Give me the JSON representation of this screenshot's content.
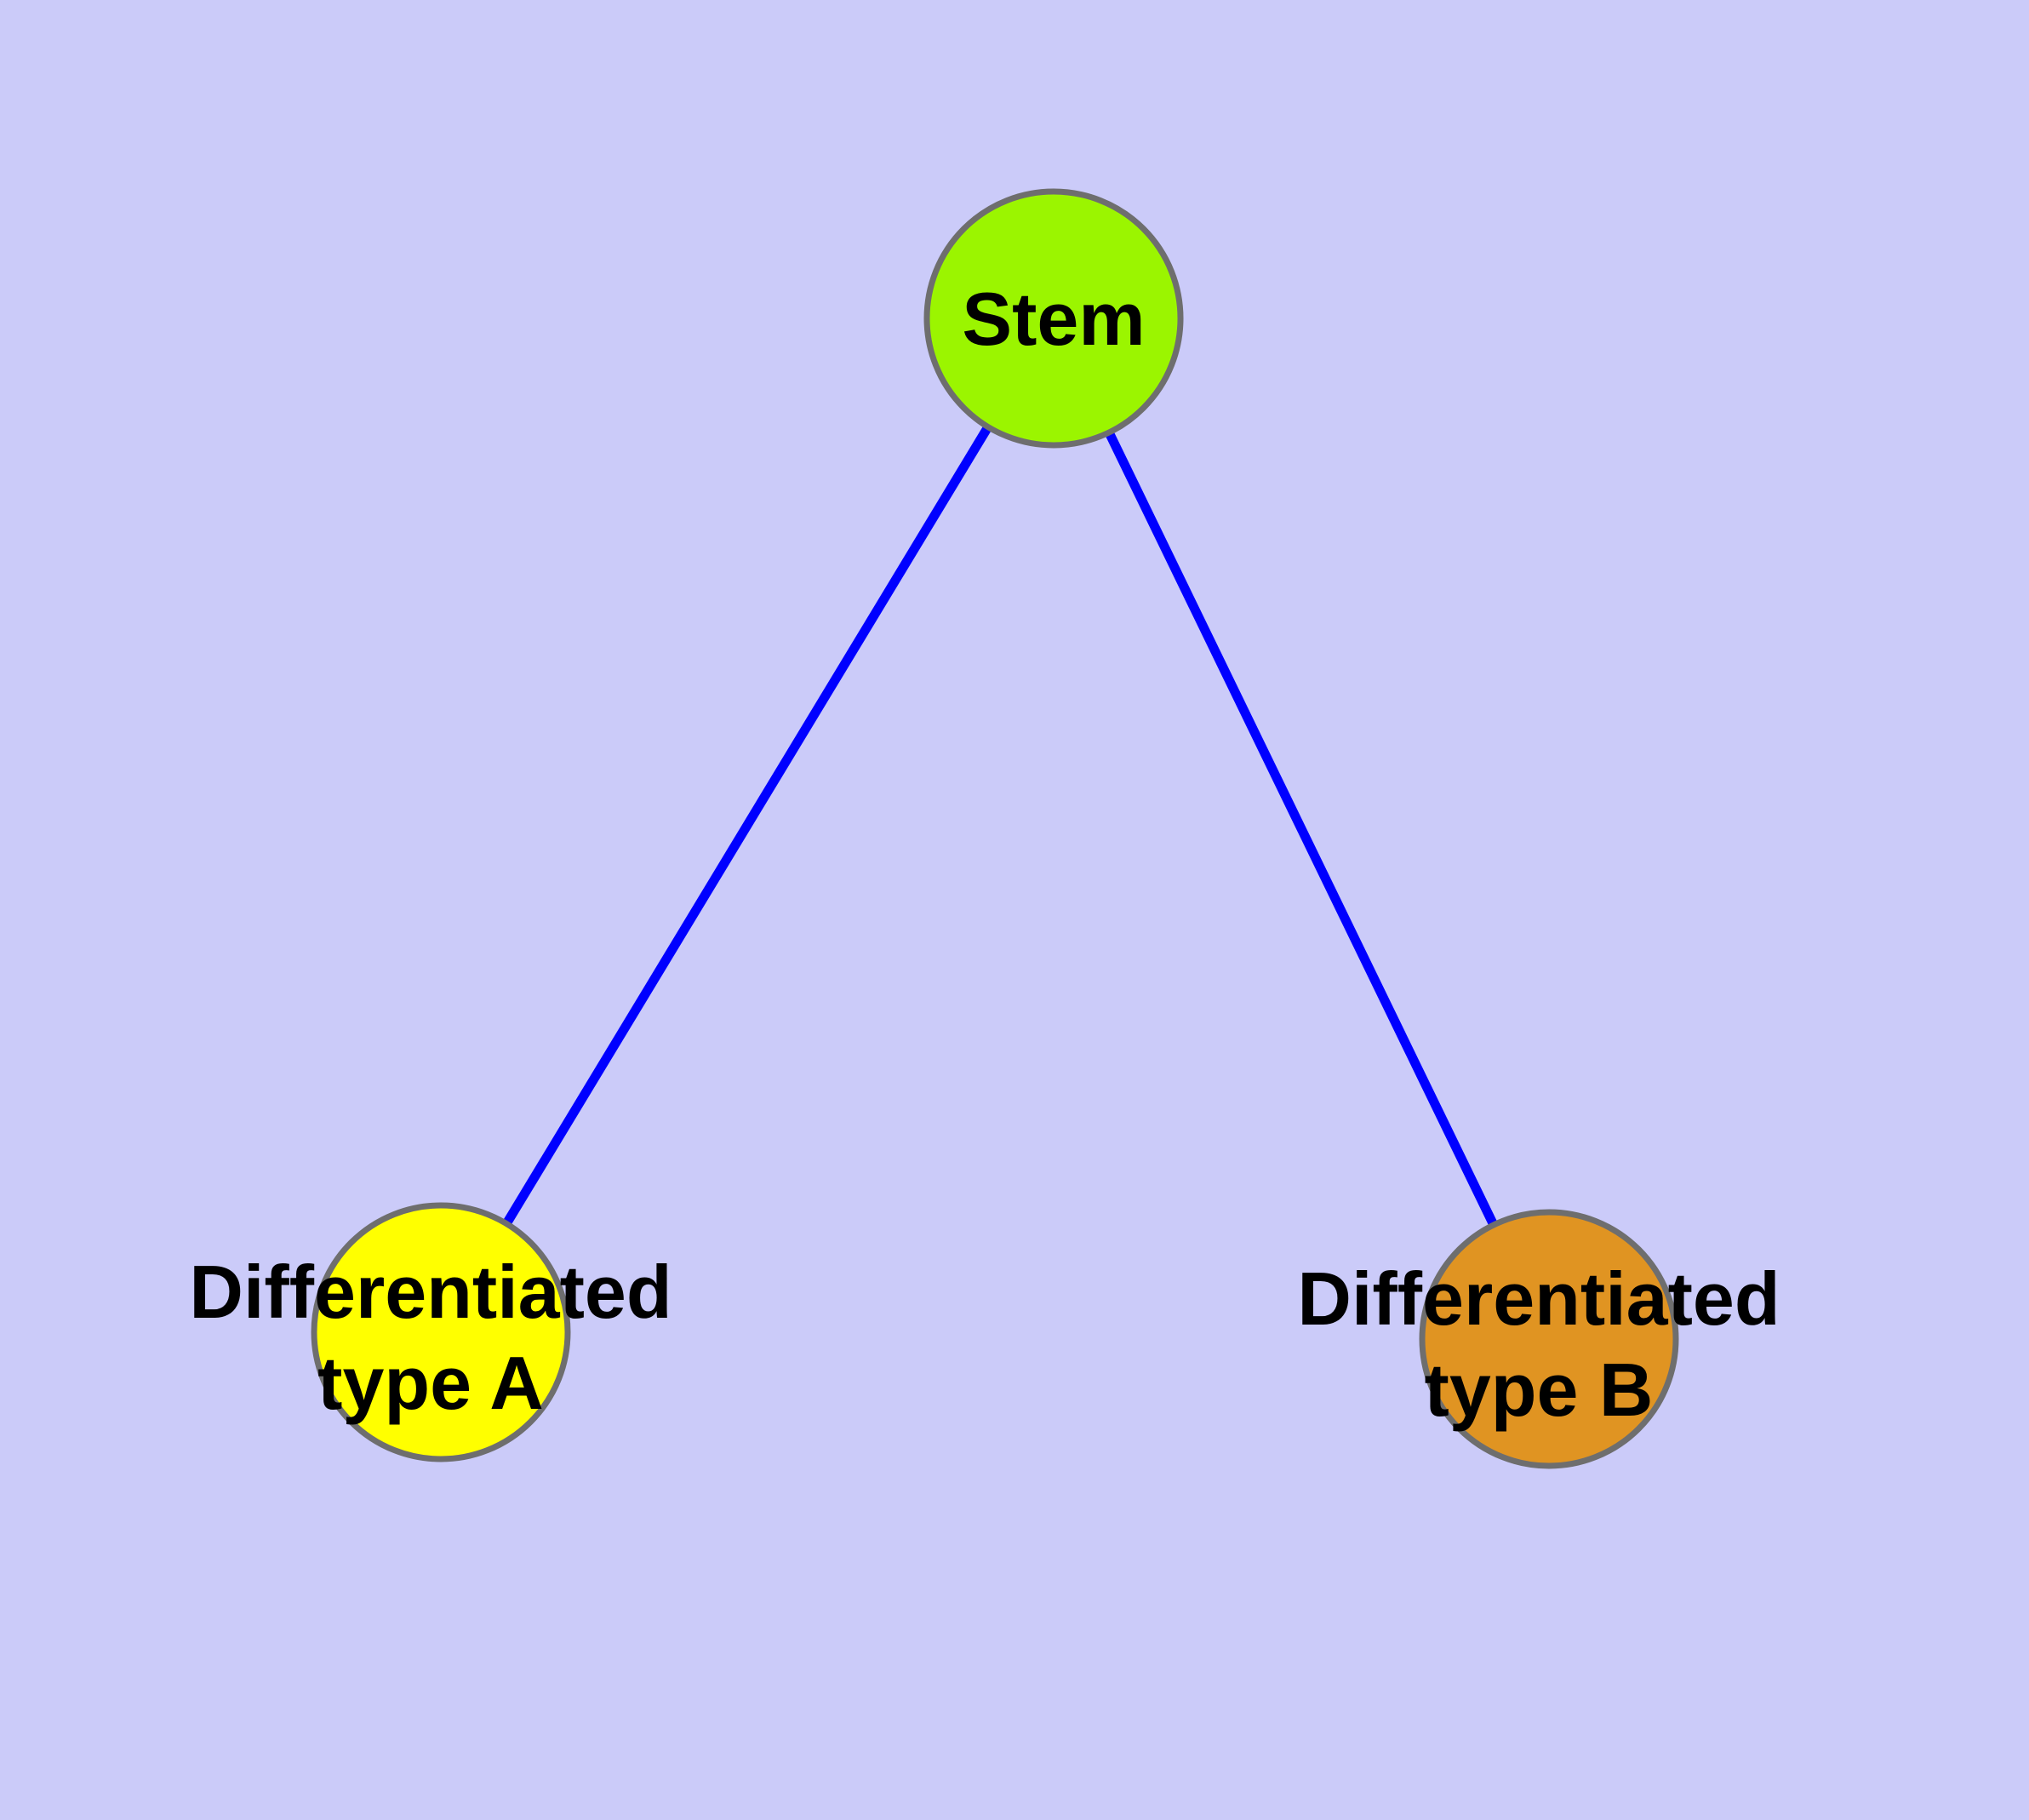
{
  "diagram": {
    "background_color": "#CBCBF9",
    "edge_color": "#0000FF",
    "node_border_color": "#6E6E6E",
    "label_color": "#000000",
    "nodes": {
      "stem": {
        "label": "Stem",
        "fill": "#9BF500"
      },
      "type_a": {
        "label_line1": "Differentiated",
        "label_line2": "type A",
        "fill": "#FFFF00"
      },
      "type_b": {
        "label_line1": "Differentiated",
        "label_line2": "type B",
        "fill": "#E09422"
      }
    },
    "edges": [
      {
        "from": "Stem",
        "to": "Differentiated type A"
      },
      {
        "from": "Stem",
        "to": "Differentiated type B"
      }
    ]
  }
}
